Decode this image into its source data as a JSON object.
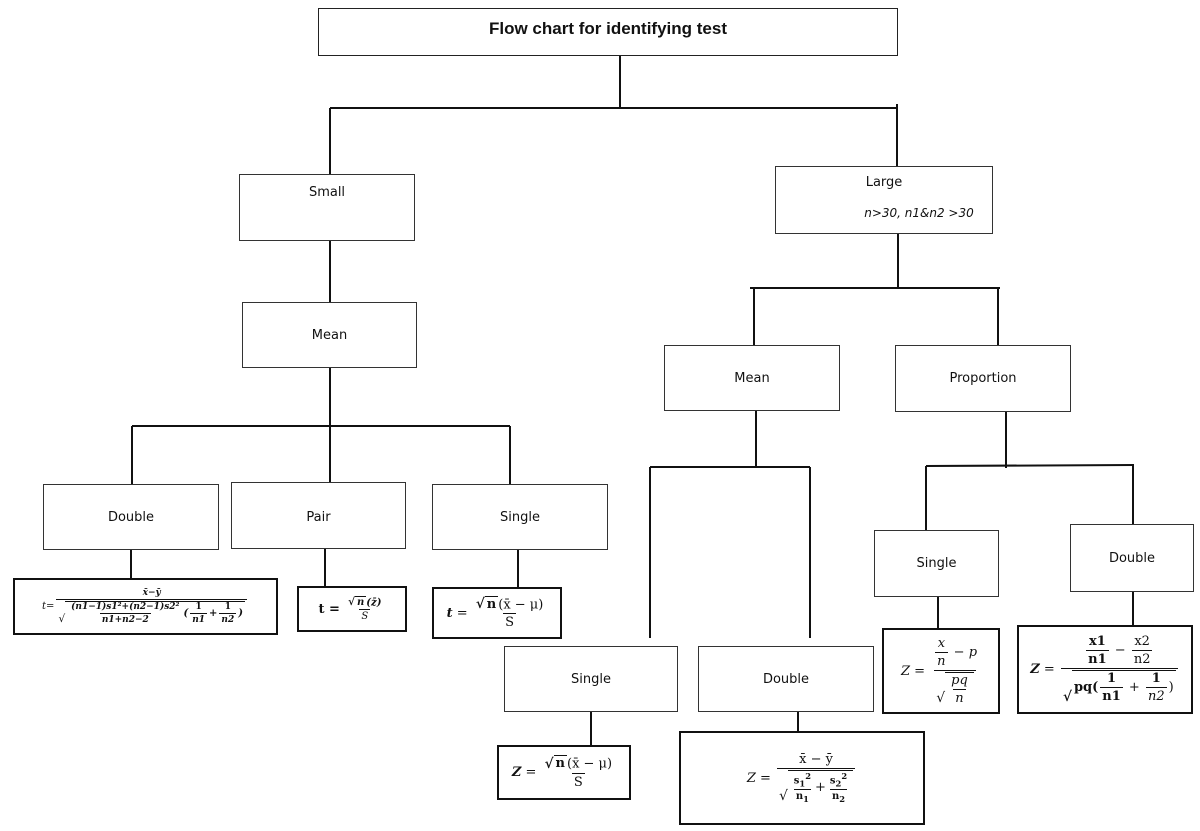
{
  "title": "Flow chart for identifying test",
  "nodes": {
    "small": "Small",
    "large": "Large",
    "large_condition": "n>30, n1&n2 >30",
    "small_mean": "Mean",
    "small_double": "Double",
    "small_pair": "Pair",
    "small_single": "Single",
    "large_mean": "Mean",
    "large_proportion": "Proportion",
    "large_mean_single": "Single",
    "large_mean_double": "Double",
    "prop_single": "Single",
    "prop_double": "Double"
  },
  "formulas": {
    "t_double": "t = (x̄ − ȳ) / √( ((n1−1)s1² + (n2−1)s2²)/(n1+n2−2) · (1/n1 + 1/n2) )",
    "t_pair": "t = √n(z̄) / S",
    "t_single": "t = √n(x̄ − μ) / S",
    "z_single": "Z = √n(x̄ − μ) / S",
    "z_double": "Z = (x̄ − ȳ) / √(s1²/n1 + s2²/n2)",
    "z_prop_single": "Z = (x/n − p) / √(pq/n)",
    "z_prop_double": "Z = (x1/n1 − x2/n2) / √(pq(1/n1 + 1/n2))"
  }
}
